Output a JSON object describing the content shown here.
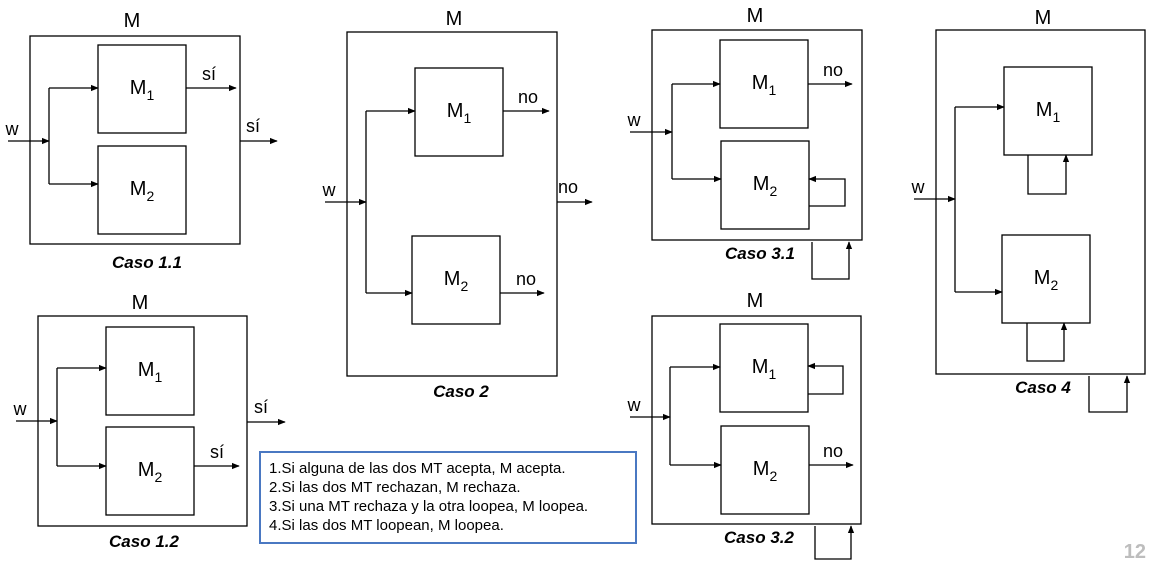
{
  "diagrams": [
    {
      "id": "caso-1-1",
      "outer_label": "M",
      "machines": [
        {
          "name": "M",
          "sub": "1",
          "output": "sí",
          "loop": false
        },
        {
          "name": "M",
          "sub": "2",
          "output": "",
          "loop": false
        }
      ],
      "input": "w",
      "output": "sí",
      "outer_loop": false,
      "caption": "Caso 1.1"
    },
    {
      "id": "caso-1-2",
      "outer_label": "M",
      "machines": [
        {
          "name": "M",
          "sub": "1",
          "output": "",
          "loop": false
        },
        {
          "name": "M",
          "sub": "2",
          "output": "sí",
          "loop": false
        }
      ],
      "input": "w",
      "output": "sí",
      "outer_loop": false,
      "caption": "Caso 1.2"
    },
    {
      "id": "caso-2",
      "outer_label": "M",
      "machines": [
        {
          "name": "M",
          "sub": "1",
          "output": "no",
          "loop": false
        },
        {
          "name": "M",
          "sub": "2",
          "output": "no",
          "loop": false
        }
      ],
      "input": "w",
      "output": "no",
      "outer_loop": false,
      "caption": "Caso 2"
    },
    {
      "id": "caso-3-1",
      "outer_label": "M",
      "machines": [
        {
          "name": "M",
          "sub": "1",
          "output": "no",
          "loop": false
        },
        {
          "name": "M",
          "sub": "2",
          "output": "",
          "loop": true
        }
      ],
      "input": "w",
      "output": "",
      "outer_loop": true,
      "caption": "Caso 3.1"
    },
    {
      "id": "caso-3-2",
      "outer_label": "M",
      "machines": [
        {
          "name": "M",
          "sub": "1",
          "output": "",
          "loop": true
        },
        {
          "name": "M",
          "sub": "2",
          "output": "no",
          "loop": false
        }
      ],
      "input": "w",
      "output": "",
      "outer_loop": true,
      "caption": "Caso 3.2"
    },
    {
      "id": "caso-4",
      "outer_label": "M",
      "machines": [
        {
          "name": "M",
          "sub": "1",
          "output": "",
          "loop": true
        },
        {
          "name": "M",
          "sub": "2",
          "output": "",
          "loop": true
        }
      ],
      "input": "w",
      "output": "",
      "outer_loop": true,
      "caption": "Caso 4"
    }
  ],
  "legend": [
    "1.Si alguna de las dos MT acepta, M acepta.",
    "2.Si las dos MT rechazan, M rechaza.",
    "3.Si una MT rechaza y la otra loopea, M loopea.",
    "4.Si las dos MT loopean, M loopea."
  ],
  "page_number": "12",
  "colors": {
    "line": "#000000",
    "legend_border": "#4a78c2",
    "page_number": "#bdbdbd"
  }
}
